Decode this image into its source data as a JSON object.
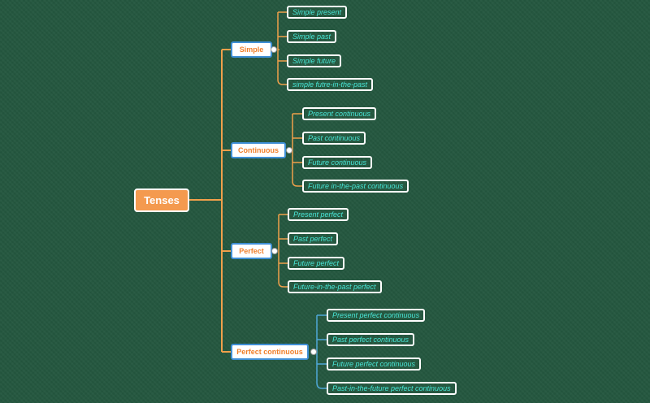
{
  "root": "Tenses",
  "colors": {
    "background": "#24573f",
    "root_fill": "#f49a4f",
    "branch_text": "#f07f2a",
    "branch_border": "#3f8fd6",
    "leaf_text": "#48e6d6",
    "connector_orange": "#f0a04b",
    "connector_blue": "#4fa8d8"
  },
  "branches": [
    {
      "label": "Simple",
      "leaves": [
        "Simple present",
        "Simple past",
        "Simple future",
        "simple futre-in-the-past"
      ]
    },
    {
      "label": "Continuous",
      "leaves": [
        "Present continuous",
        "Past continuous",
        "Future continuous",
        "Future in-the-past continuous"
      ]
    },
    {
      "label": "Perfect",
      "leaves": [
        "Present perfect",
        "Past perfect",
        "Future perfect",
        "Future-in-the-past perfect"
      ]
    },
    {
      "label": "Perfect continuous",
      "leaves": [
        "Present perfect continuous",
        "Past perfect continuous",
        "Future perfect continuous",
        "Past-in-the-future perfect continuous"
      ]
    }
  ]
}
